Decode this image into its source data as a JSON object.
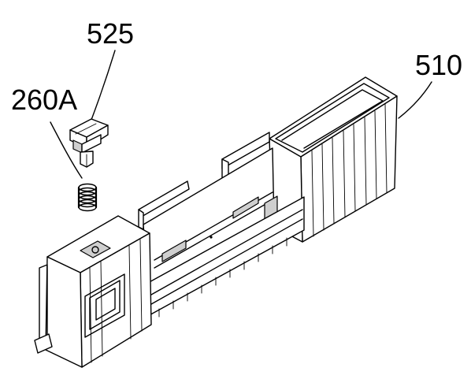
{
  "figure": {
    "labels": {
      "part_525": "525",
      "part_260a": "260A",
      "part_510": "510"
    }
  }
}
